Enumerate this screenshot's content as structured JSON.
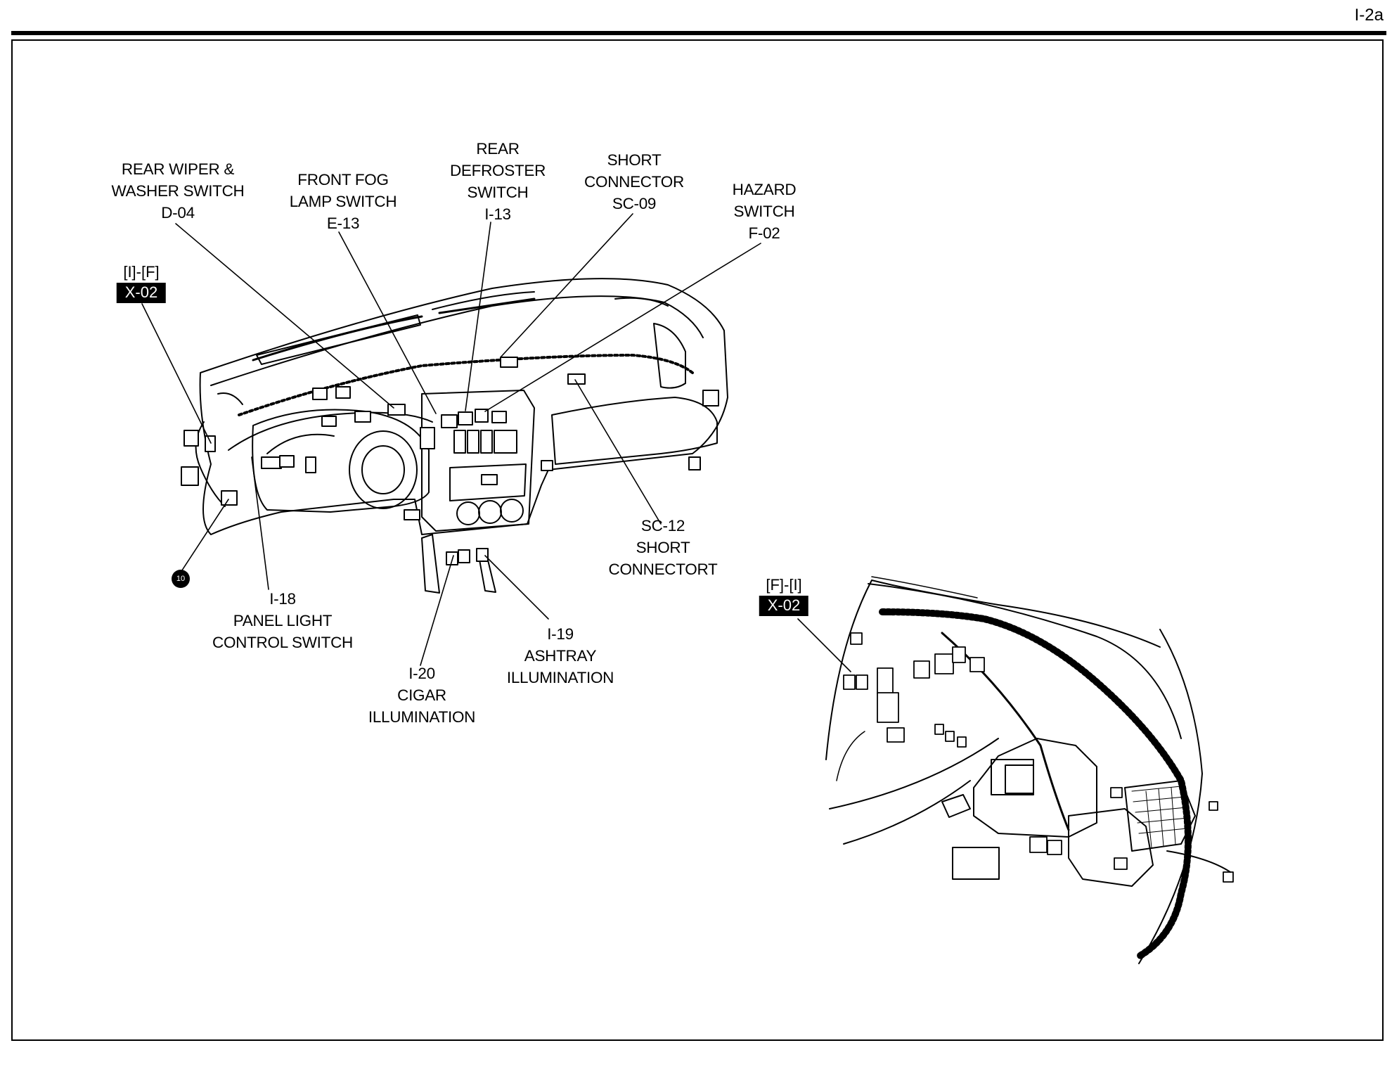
{
  "page_number": "I-2a",
  "connector_group_1": {
    "route": "[I]-[F]",
    "code": "X-02"
  },
  "connector_group_2": {
    "route": "[F]-[I]",
    "code": "X-02"
  },
  "ground_point": "10",
  "labels": {
    "rear_wiper": [
      "REAR WIPER &",
      "WASHER SWITCH",
      "D-04"
    ],
    "front_fog": [
      "FRONT FOG",
      "LAMP SWITCH",
      "E-13"
    ],
    "rear_defroster": [
      "REAR",
      "DEFROSTER",
      "SWITCH",
      "I-13"
    ],
    "short_connector_sc09": [
      "SHORT",
      "CONNECTOR",
      "SC-09"
    ],
    "hazard": [
      "HAZARD",
      "SWITCH",
      "F-02"
    ],
    "short_connector_sc12": [
      "SC-12",
      "SHORT",
      "CONNECTORT"
    ],
    "panel_light": [
      "I-18",
      "PANEL LIGHT",
      "CONTROL SWITCH"
    ],
    "cigar": [
      "I-20",
      "CIGAR",
      "ILLUMINATION"
    ],
    "ashtray": [
      "I-19",
      "ASHTRAY",
      "ILLUMINATION"
    ]
  }
}
